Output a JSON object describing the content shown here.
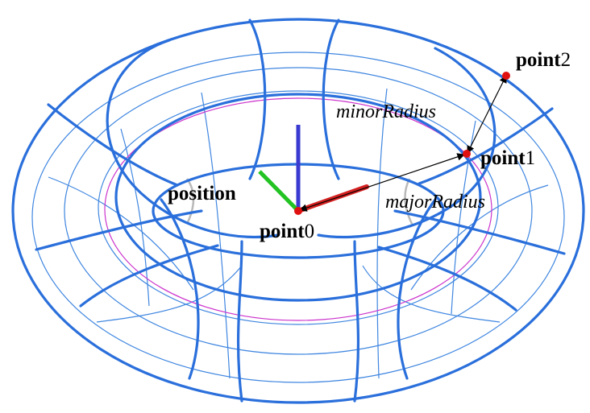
{
  "labels": {
    "point0": {
      "bold": "point",
      "num": "0"
    },
    "point1": {
      "bold": "point",
      "num": "1"
    },
    "point2": {
      "bold": "point",
      "num": "2"
    },
    "position": "position",
    "minor_radius": "minorRadius",
    "major_radius": "majorRadius"
  },
  "colors": {
    "wireframe": "#2a6fdb",
    "wireframe_thin": "#3f86e0",
    "guide_circle": "#cc33cc",
    "axis_x": "#d42020",
    "axis_y": "#22c322",
    "axis_z": "#3a3ad0",
    "point_marker": "#e01010",
    "vector": "#000000"
  },
  "icons": [
    "torus-wireframe",
    "coordinate-axes",
    "point-marker"
  ]
}
